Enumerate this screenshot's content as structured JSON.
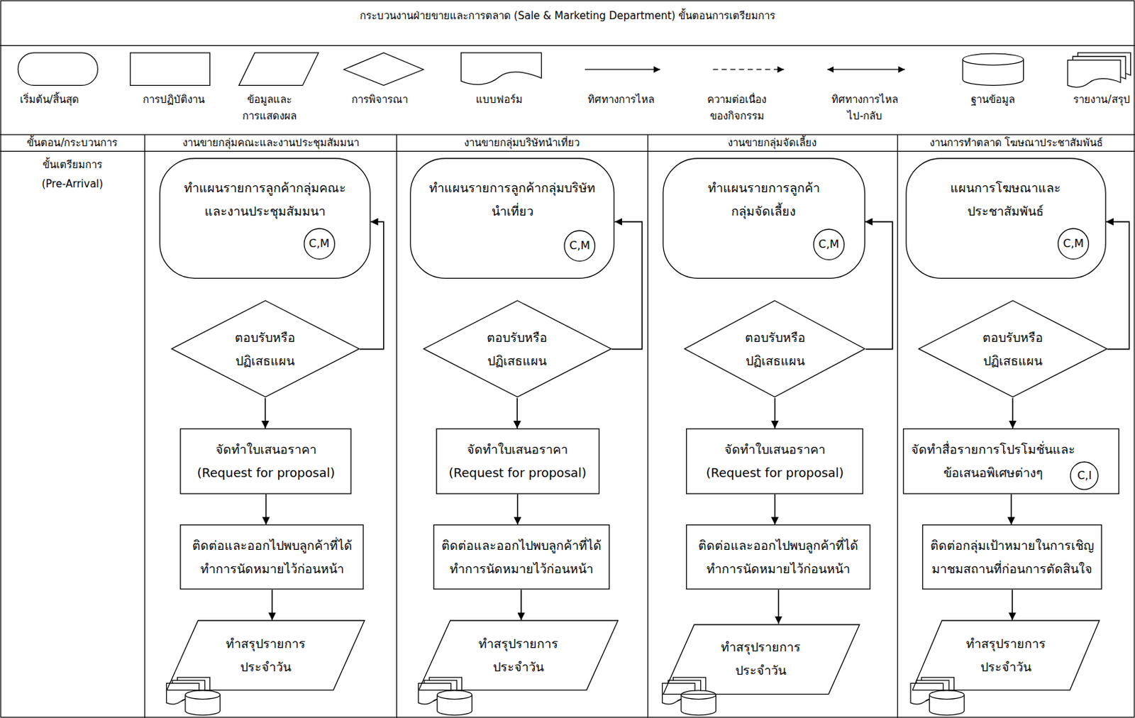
{
  "diagram": {
    "title": "กระบวนงานฝ่ายขายและการตลาด (Sale & Marketing Department) ขั้นตอนการเตรียมการ",
    "nodes": [
      {
        "text": [
          "ทำแผนรายการลูกค้ากลุ่มคณะ และงานประชุมสัมมนา"
        ]
      },
      {
        "text": [
          "C,M"
        ],
        "in": 0
      },
      {
        "text": [
          "ตอบรับหรือ ปฏิเสธแผน"
        ]
      },
      {
        "text": [
          "จัดทำใบเสนอราคา (Request for proposal)"
        ]
      },
      {
        "text": [
          "ติดต่อและออกไปพบลูกค้าที่ได้ ทำการนัดหมายไว้ก่อนหน้า"
        ]
      },
      {
        "text": [
          "ทำสรุปรายการ ประจำวัน"
        ]
      },
      {
        "text": [
          "ทำแผนรายการลูกค้ากลุ่มบริษัท นำเที่ยว"
        ]
      },
      {
        "text": [
          "C,M"
        ],
        "in": 6
      },
      {
        "text": [
          "ตอบรับหรือ ปฏิเสธแผน"
        ]
      },
      {
        "text": [
          "จัดทำใบเสนอราคา (Request for proposal)"
        ]
      },
      {
        "text": [
          "ติดต่อและออกไปพบลูกค้าที่ได้ ทำการนัดหมายไว้ก่อนหน้า"
        ]
      },
      {
        "text": [
          "ทำสรุปรายการ ประจำวัน"
        ]
      },
      {
        "text": [
          "ทำแผนรายการลูกค้า กลุ่มจัดเลี้ยง"
        ]
      },
      {
        "text": [
          "C,M"
        ],
        "in": 12
      },
      {
        "text": [
          "ตอบรับหรือ ปฏิเสธแผน"
        ]
      },
      {
        "text": [
          "จัดทำใบเสนอราคา (Request for proposal)"
        ]
      },
      {
        "text": [
          "ติดต่อและออกไปพบลูกค้าที่ได้ ทำการนัดหมายไว้ก่อนหน้า"
        ]
      },
      {
        "text": [
          "ทำสรุปรายการ ประจำวัน"
        ]
      },
      {
        "text": [
          "แผนการโฆษณาและ ประชาสัมพันธ์"
        ]
      },
      {
        "text": [
          "C,M"
        ],
        "in": 18
      },
      {
        "text": [
          "ตอบรับหรือ ปฏิเสธแผน"
        ]
      },
      {
        "text": [
          "จัดทำสื่อรายการโปรโมชั่นและ ข้อเสนอพิเศษต่างๆ"
        ]
      },
      {
        "text": [
          "C,I"
        ],
        "in": 21
      },
      {
        "text": [
          "ติดต่อกลุ่มเป้าหมายในการเชิญ มาชมสถานที่ก่อนการตัดสินใจ"
        ]
      },
      {
        "text": [
          "ทำสรุปรายการ ประจำวัน"
        ]
      }
    ],
    "edges": [
      {
        "from": 2,
        "to": 0,
        "arrow": "to"
      },
      {
        "from": 2,
        "to": 3,
        "arrow": "to"
      },
      {
        "from": 3,
        "to": 4,
        "arrow": "to"
      },
      {
        "from": 4,
        "to": 5,
        "arrow": "to"
      },
      {
        "from": 8,
        "to": 6,
        "arrow": "to"
      },
      {
        "from": 8,
        "to": 9,
        "arrow": "to"
      },
      {
        "from": 9,
        "to": 10,
        "arrow": "to"
      },
      {
        "from": 10,
        "to": 11,
        "arrow": "to"
      },
      {
        "from": 14,
        "to": 12,
        "arrow": "to"
      },
      {
        "from": 14,
        "to": 15,
        "arrow": "to"
      },
      {
        "from": 15,
        "to": 16,
        "arrow": "to"
      },
      {
        "from": 16,
        "to": 17,
        "arrow": "to"
      },
      {
        "from": 20,
        "to": 18,
        "arrow": "to"
      },
      {
        "from": 20,
        "to": 21,
        "arrow": "to"
      },
      {
        "from": 21,
        "to": 23,
        "arrow": "to"
      },
      {
        "from": 23,
        "to": 24,
        "arrow": "to"
      }
    ],
    "labels": [
      "ขั้นตอน/กระบวนการ",
      "งานขายกลุ่มคณะและงานประชุมสัมมนา",
      "งานขายกลุ่มบริษัทนำเที่ยว",
      "งานขายกลุ่มจัดเลี้ยง",
      "งานการทำตลาด โฆษณาประชาสัมพันธ์",
      "ขั้นเตรียมการ (Pre-Arrival)"
    ],
    "legend": [
      {
        "text": "เริ่มต้น/สิ้นสุด"
      },
      {
        "text": "การปฏิบัติงาน"
      },
      {
        "text": "ข้อมูลและ การแสดงผล"
      },
      {
        "text": "การพิจารณา"
      },
      {
        "text": "แบบฟอร์ม"
      },
      {
        "text": "ทิศทางการไหล"
      },
      {
        "text": "ความต่อเนื่อง ของกิจกรรม"
      },
      {
        "text": "ทิศทางการไหล ไป-กลับ"
      },
      {
        "text": "ฐานข้อมูล"
      },
      {
        "text": "รายงาน/สรุป"
      }
    ]
  }
}
